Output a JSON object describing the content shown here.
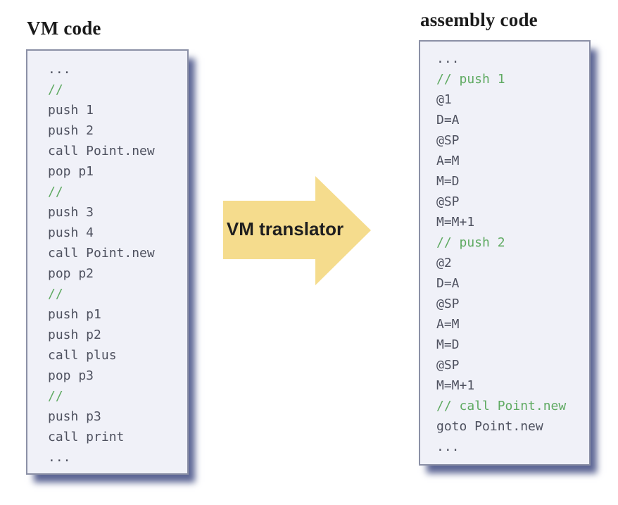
{
  "left": {
    "title": "VM code",
    "lines": [
      {
        "text": "...",
        "type": "code"
      },
      {
        "text": "//",
        "type": "comment"
      },
      {
        "text": "push 1",
        "type": "code"
      },
      {
        "text": "push 2",
        "type": "code"
      },
      {
        "text": "call Point.new",
        "type": "code"
      },
      {
        "text": "pop p1",
        "type": "code"
      },
      {
        "text": "//",
        "type": "comment"
      },
      {
        "text": "push 3",
        "type": "code"
      },
      {
        "text": "push 4",
        "type": "code"
      },
      {
        "text": "call Point.new",
        "type": "code"
      },
      {
        "text": "pop p2",
        "type": "code"
      },
      {
        "text": "//",
        "type": "comment"
      },
      {
        "text": "push p1",
        "type": "code"
      },
      {
        "text": "push p2",
        "type": "code"
      },
      {
        "text": "call plus",
        "type": "code"
      },
      {
        "text": "pop p3",
        "type": "code"
      },
      {
        "text": "//",
        "type": "comment"
      },
      {
        "text": "push p3",
        "type": "code"
      },
      {
        "text": "call print",
        "type": "code"
      },
      {
        "text": "...",
        "type": "code"
      }
    ]
  },
  "right": {
    "title": "assembly code",
    "lines": [
      {
        "text": "...",
        "type": "code"
      },
      {
        "text": "// push 1",
        "type": "comment"
      },
      {
        "text": "@1",
        "type": "code"
      },
      {
        "text": "D=A",
        "type": "code"
      },
      {
        "text": "@SP",
        "type": "code"
      },
      {
        "text": "A=M",
        "type": "code"
      },
      {
        "text": "M=D",
        "type": "code"
      },
      {
        "text": "@SP",
        "type": "code"
      },
      {
        "text": "M=M+1",
        "type": "code"
      },
      {
        "text": "// push 2",
        "type": "comment"
      },
      {
        "text": "@2",
        "type": "code"
      },
      {
        "text": "D=A",
        "type": "code"
      },
      {
        "text": "@SP",
        "type": "code"
      },
      {
        "text": "A=M",
        "type": "code"
      },
      {
        "text": "M=D",
        "type": "code"
      },
      {
        "text": "@SP",
        "type": "code"
      },
      {
        "text": "M=M+1",
        "type": "code"
      },
      {
        "text": "// call Point.new",
        "type": "comment"
      },
      {
        "text": "goto Point.new",
        "type": "code"
      },
      {
        "text": "...",
        "type": "code"
      }
    ]
  },
  "arrow": {
    "label": "VM translator"
  },
  "colors": {
    "page_bg": "#ffffff",
    "panel_bg": "#f0f1f8",
    "panel_border": "#8b90a6",
    "panel_shadow": "#5d6695",
    "code_text": "#4e515f",
    "comment_text": "#5faa62",
    "title_text": "#1b1b1b",
    "arrow_fill": "#f5dc8d",
    "arrow_label": "#1f1f1f"
  }
}
